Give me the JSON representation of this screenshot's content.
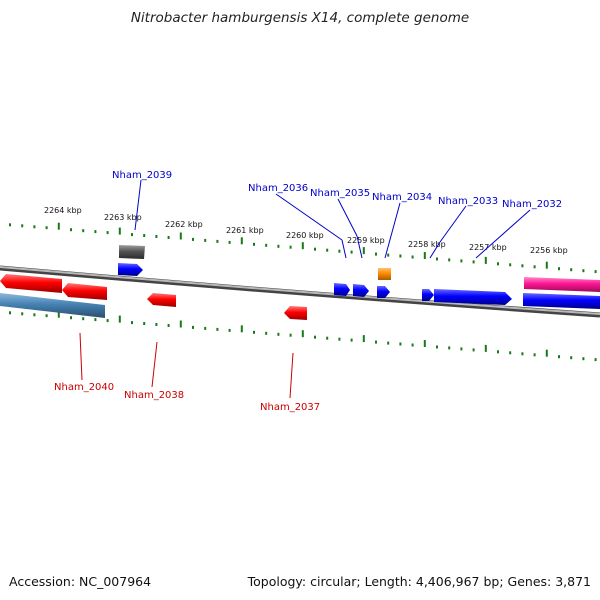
{
  "title": "Nitrobacter hamburgensis X14, complete genome",
  "footer": {
    "accession": "Accession: NC_007964",
    "topology": "Topology: circular; Length: 4,406,967 bp; Genes: 3,871"
  },
  "colors": {
    "forward_gene": "#0000ff",
    "reverse_gene": "#ff0000",
    "forward_label": "#0000cc",
    "reverse_label": "#cc0000",
    "backbone": "#7a7a7a",
    "tick": "#1a7a1a",
    "orange_feature": "#ff8c00",
    "pink_feature": "#ff1493",
    "steel_feature": "#4682b4",
    "gray_feature": "#555555"
  },
  "ticks": [
    {
      "label": "2264 kbp"
    },
    {
      "label": "2263 kbp"
    },
    {
      "label": "2262 kbp"
    },
    {
      "label": "2261 kbp"
    },
    {
      "label": "2260 kbp"
    },
    {
      "label": "2259 kbp"
    },
    {
      "label": "2258 kbp"
    },
    {
      "label": "2257 kbp"
    },
    {
      "label": "2256 kbp"
    }
  ],
  "gene_labels_forward": [
    "Nham_2039",
    "Nham_2036",
    "Nham_2035",
    "Nham_2034",
    "Nham_2033",
    "Nham_2032"
  ],
  "gene_labels_reverse": [
    "Nham_2040",
    "Nham_2038",
    "Nham_2037"
  ]
}
